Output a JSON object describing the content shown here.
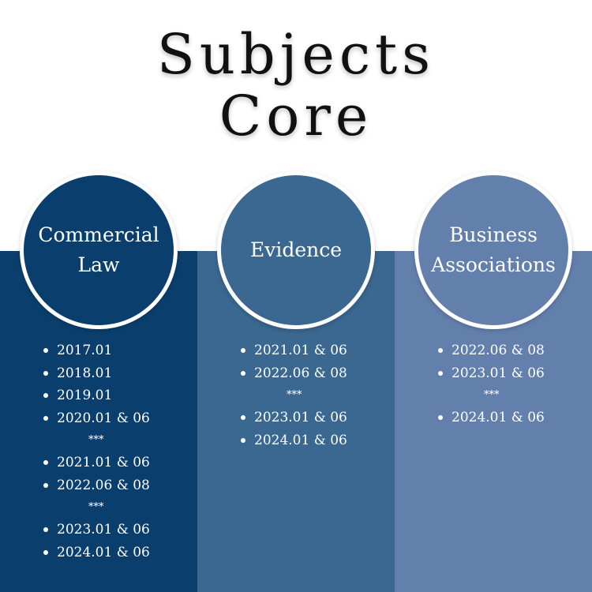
{
  "title": {
    "line1": "Subjects",
    "line2": "Core"
  },
  "colors": {
    "column_1": "#0a3f6d",
    "column_2": "#3a6890",
    "column_3": "#6380ad"
  },
  "columns": [
    {
      "heading_line1": "Commercial",
      "heading_line2": "Law",
      "items": [
        {
          "type": "item",
          "text": "2017.01"
        },
        {
          "type": "item",
          "text": "2018.01"
        },
        {
          "type": "item",
          "text": "2019.01"
        },
        {
          "type": "item",
          "text": "2020.01 & 06"
        },
        {
          "type": "sep",
          "text": "***"
        },
        {
          "type": "item",
          "text": "2021.01 & 06"
        },
        {
          "type": "item",
          "text": "2022.06 & 08"
        },
        {
          "type": "sep",
          "text": "***"
        },
        {
          "type": "item",
          "text": "2023.01 & 06"
        },
        {
          "type": "item",
          "text": "2024.01 & 06"
        }
      ]
    },
    {
      "heading_line1": "Evidence",
      "heading_line2": "",
      "items": [
        {
          "type": "item",
          "text": "2021.01 & 06"
        },
        {
          "type": "item",
          "text": "2022.06 & 08"
        },
        {
          "type": "sep",
          "text": "***"
        },
        {
          "type": "item",
          "text": "2023.01 & 06"
        },
        {
          "type": "item",
          "text": "2024.01 & 06"
        }
      ]
    },
    {
      "heading_line1": "Business",
      "heading_line2": "Associations",
      "items": [
        {
          "type": "item",
          "text": "2022.06 & 08"
        },
        {
          "type": "item",
          "text": "2023.01 & 06"
        },
        {
          "type": "sep",
          "text": "***"
        },
        {
          "type": "item",
          "text": "2024.01 & 06"
        }
      ]
    }
  ]
}
